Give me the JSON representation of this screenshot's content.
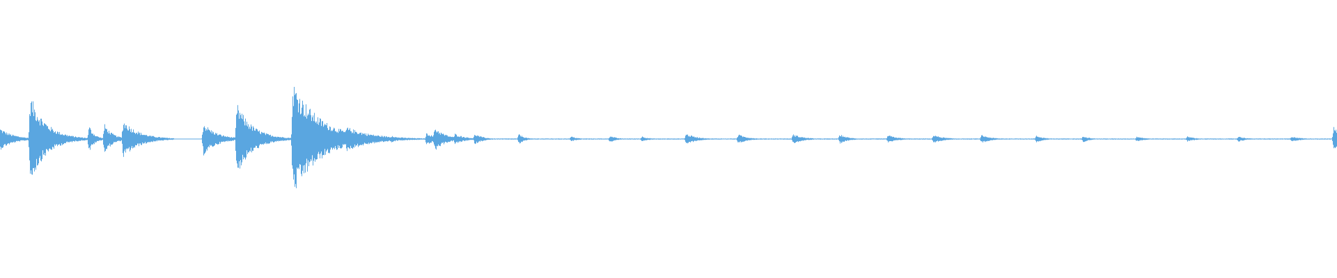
{
  "waveform": {
    "color": "#5aa6e0",
    "background": "#ffffff",
    "duration_fraction_events": [
      {
        "t": 0.0,
        "amp": 0.08,
        "decay": 0.01
      },
      {
        "t": 0.0225,
        "amp": 0.32,
        "decay": 0.012
      },
      {
        "t": 0.0665,
        "amp": 0.1,
        "decay": 0.004
      },
      {
        "t": 0.078,
        "amp": 0.11,
        "decay": 0.006
      },
      {
        "t": 0.092,
        "amp": 0.14,
        "decay": 0.012
      },
      {
        "t": 0.152,
        "amp": 0.12,
        "decay": 0.01
      },
      {
        "t": 0.177,
        "amp": 0.26,
        "decay": 0.012
      },
      {
        "t": 0.219,
        "amp": 0.42,
        "decay": 0.02
      },
      {
        "t": 0.259,
        "amp": 0.09,
        "decay": 0.02
      },
      {
        "t": 0.293,
        "amp": 0.03,
        "decay": 0.004
      },
      {
        "t": 0.319,
        "amp": 0.05,
        "decay": 0.006
      },
      {
        "t": 0.325,
        "amp": 0.09,
        "decay": 0.008
      },
      {
        "t": 0.34,
        "amp": 0.04,
        "decay": 0.008
      },
      {
        "t": 0.355,
        "amp": 0.04,
        "decay": 0.006
      },
      {
        "t": 0.388,
        "amp": 0.04,
        "decay": 0.004
      },
      {
        "t": 0.427,
        "amp": 0.02,
        "decay": 0.005
      },
      {
        "t": 0.456,
        "amp": 0.025,
        "decay": 0.005
      },
      {
        "t": 0.48,
        "amp": 0.02,
        "decay": 0.005
      },
      {
        "t": 0.513,
        "amp": 0.04,
        "decay": 0.008
      },
      {
        "t": 0.552,
        "amp": 0.035,
        "decay": 0.007
      },
      {
        "t": 0.593,
        "amp": 0.035,
        "decay": 0.008
      },
      {
        "t": 0.628,
        "amp": 0.035,
        "decay": 0.006
      },
      {
        "t": 0.664,
        "amp": 0.03,
        "decay": 0.007
      },
      {
        "t": 0.698,
        "amp": 0.03,
        "decay": 0.008
      },
      {
        "t": 0.734,
        "amp": 0.03,
        "decay": 0.007
      },
      {
        "t": 0.775,
        "amp": 0.025,
        "decay": 0.006
      },
      {
        "t": 0.81,
        "amp": 0.025,
        "decay": 0.005
      },
      {
        "t": 0.85,
        "amp": 0.02,
        "decay": 0.006
      },
      {
        "t": 0.888,
        "amp": 0.02,
        "decay": 0.006
      },
      {
        "t": 0.926,
        "amp": 0.02,
        "decay": 0.006
      },
      {
        "t": 0.966,
        "amp": 0.02,
        "decay": 0.007
      },
      {
        "t": 0.9975,
        "amp": 0.1,
        "decay": 0.004
      }
    ],
    "gaps": [
      [
        0.13,
        0.15
      ]
    ],
    "noise_floor": 0.004
  }
}
